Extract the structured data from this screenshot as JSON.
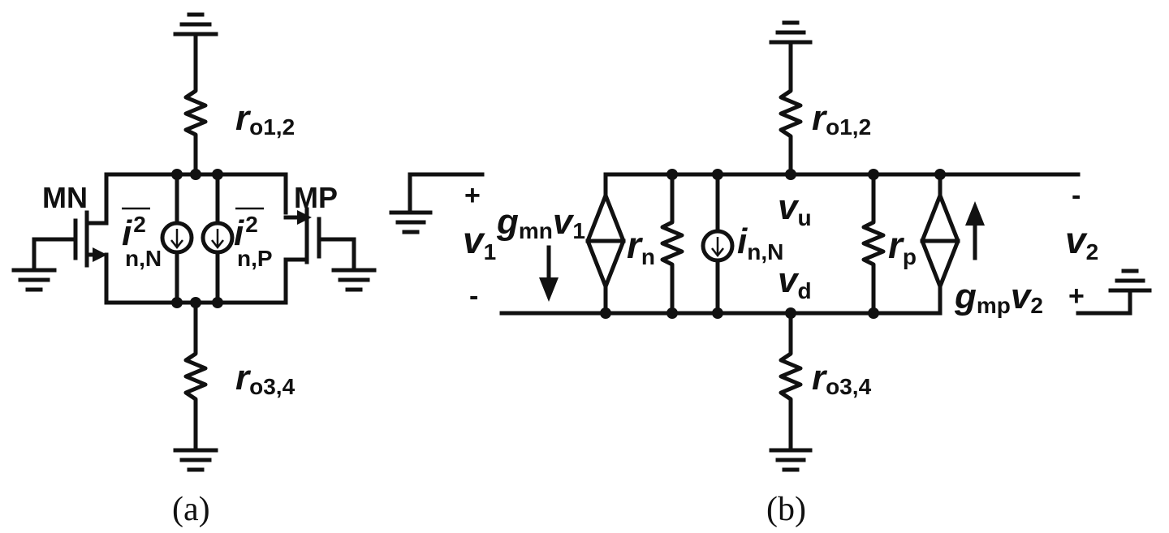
{
  "figure": {
    "panel_a": {
      "caption": "(a)",
      "labels": {
        "ro12_main": "r",
        "ro12_sub": "o1,2",
        "ro34_main": "r",
        "ro34_sub": "o3,4",
        "mn": "MN",
        "mp": "MP",
        "inN_main": "i",
        "inN_sup": "2",
        "inN_sub": "n,N",
        "inP_main": "i",
        "inP_sup": "2",
        "inP_sub": "n,P"
      }
    },
    "panel_b": {
      "caption": "(b)",
      "labels": {
        "ro12_main": "r",
        "ro12_sub": "o1,2",
        "ro34_main": "r",
        "ro34_sub": "o3,4",
        "plus_left": "+",
        "minus_left": "-",
        "v1_main": "v",
        "v1_sub": "1",
        "gmn_main": "g",
        "gmn_sub": "mn",
        "gmn_v": "v",
        "gmn_vsub": "1",
        "rn_main": "r",
        "rn_sub": "n",
        "in_main": "i",
        "in_sub": "n,N",
        "vu_main": "v",
        "vu_sub": "u",
        "vd_main": "v",
        "vd_sub": "d",
        "rp_main": "r",
        "rp_sub": "p",
        "minus_right": "-",
        "plus_right": "+",
        "v2_main": "v",
        "v2_sub": "2",
        "gmp_main": "g",
        "gmp_sub": "mp",
        "gmp_v": "v",
        "gmp_vsub": "2"
      }
    }
  }
}
